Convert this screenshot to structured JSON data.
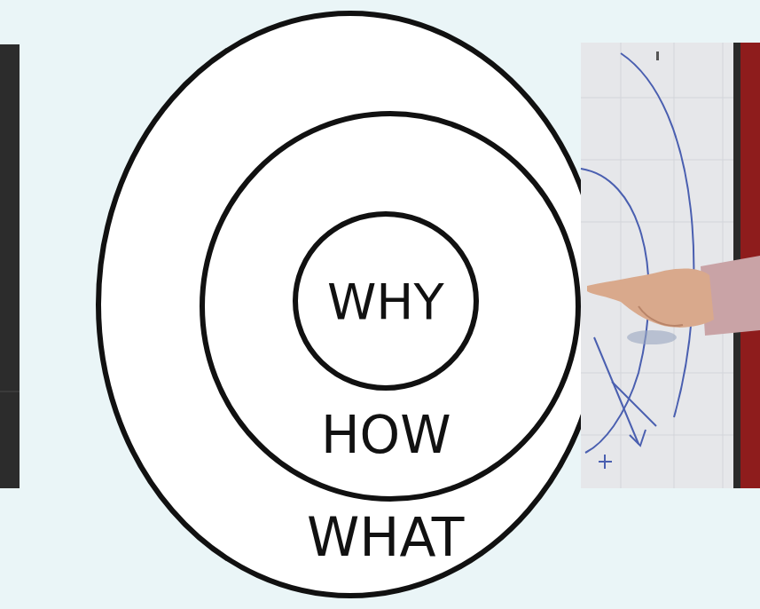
{
  "diagram": {
    "nodes": [
      {
        "text": [
          "WHAT"
        ]
      },
      {
        "text": [
          "HOW"
        ],
        "in": 0
      },
      {
        "text": [
          "WHY"
        ],
        "in": 1
      }
    ]
  }
}
